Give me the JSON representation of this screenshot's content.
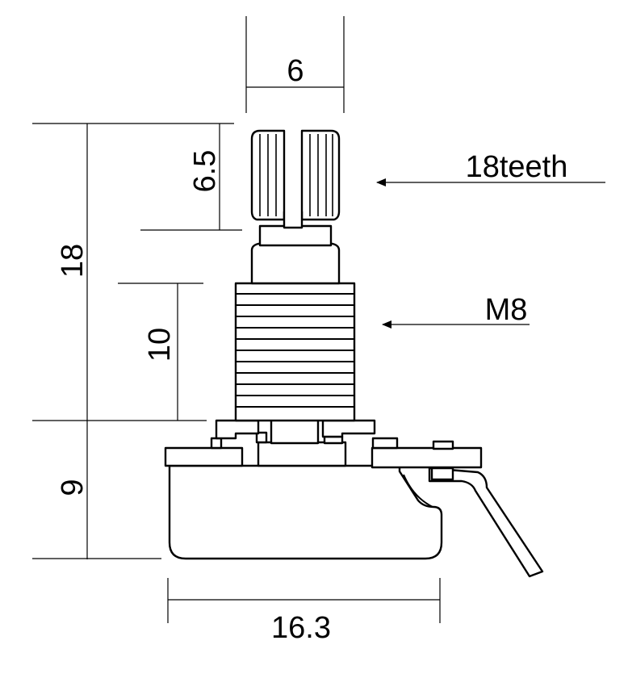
{
  "dimensions": {
    "shaft_width": "6",
    "knurl_length": "6.5",
    "total_shaft_length": "18",
    "thread_length": "10",
    "body_height": "9",
    "body_width": "16.3"
  },
  "callouts": {
    "knurl": "18teeth",
    "thread": "M8"
  }
}
